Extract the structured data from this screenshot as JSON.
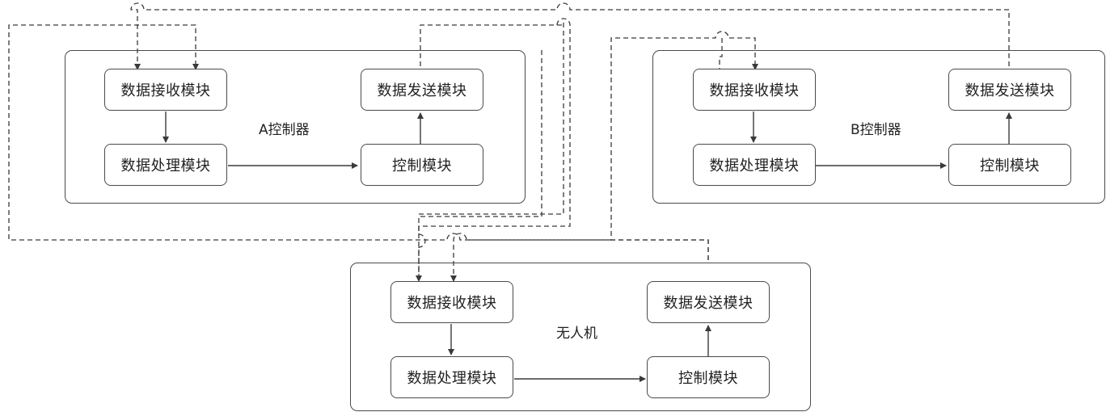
{
  "controller_a": {
    "title": "A控制器",
    "receive": "数据接收模块",
    "send": "数据发送模块",
    "process": "数据处理模块",
    "control": "控制模块"
  },
  "controller_b": {
    "title": "B控制器",
    "receive": "数据接收模块",
    "send": "数据发送模块",
    "process": "数据处理模块",
    "control": "控制模块"
  },
  "drone": {
    "title": "无人机",
    "receive": "数据接收模块",
    "send": "数据发送模块",
    "process": "数据处理模块",
    "control": "控制模块"
  },
  "colors": {
    "line": "#3a3a3a",
    "border": "#4a4a4a"
  }
}
